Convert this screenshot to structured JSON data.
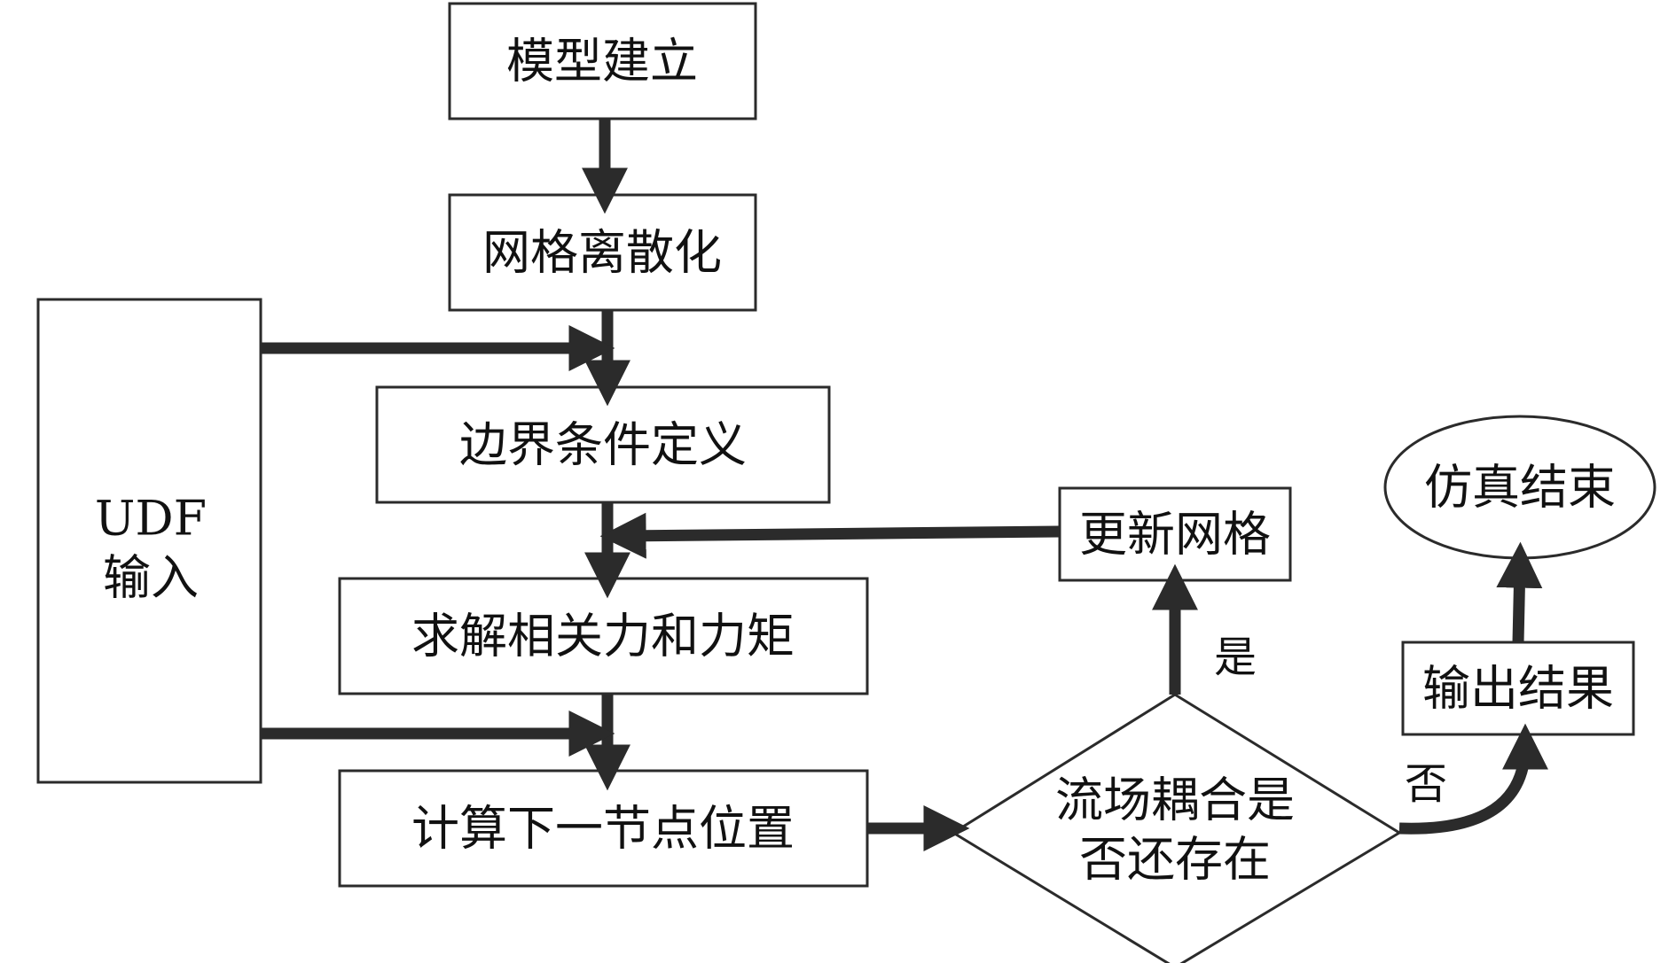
{
  "nodes": {
    "model": "模型建立",
    "mesh": "网格离散化",
    "boundary": "边界条件定义",
    "solve": "求解相关力和力矩",
    "next_node": "计算下一节点位置",
    "udf_line1": "UDF",
    "udf_line2": "输入",
    "update_mesh": "更新网格",
    "decision_line1": "流场耦合是",
    "decision_line2": "否还存在",
    "output": "输出结果",
    "end": "仿真结束"
  },
  "labels": {
    "yes": "是",
    "no": "否"
  },
  "colors": {
    "stroke": "#2b2b2b",
    "text": "#111111",
    "background": "#ffffff"
  }
}
